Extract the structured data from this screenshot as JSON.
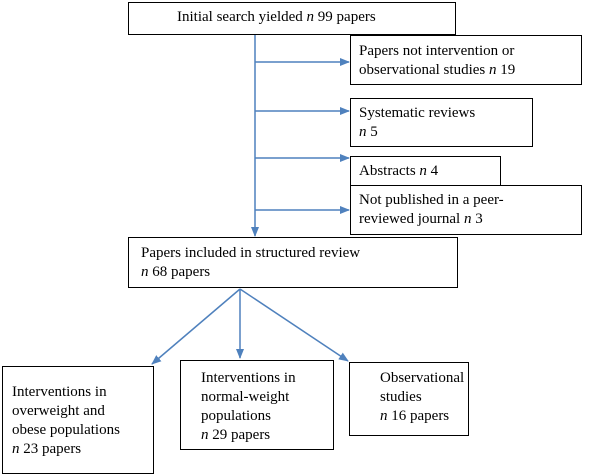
{
  "flowchart": {
    "initial": {
      "text": "Initial search yielded ",
      "n": "n",
      "value": " 99 papers"
    },
    "exclusions": [
      {
        "line1": "Papers not intervention or",
        "line2_text": "observational studies ",
        "n": "n",
        "value": " 19"
      },
      {
        "line1": "Systematic reviews",
        "n": "n",
        "value": " 5"
      },
      {
        "line1_text": "Abstracts ",
        "n": "n",
        "value": " 4"
      },
      {
        "line1": "Not published in a peer-",
        "line2_text": "reviewed journal ",
        "n": "n",
        "value": " 3"
      }
    ],
    "included": {
      "line1": "Papers included in structured review",
      "n": "n",
      "value": " 68 papers"
    },
    "outcomes": [
      {
        "lines": [
          "Interventions in",
          "overweight and",
          "obese populations"
        ],
        "n": "n",
        "value": " 23 papers"
      },
      {
        "lines": [
          "Interventions in",
          "normal-weight",
          "populations"
        ],
        "n": "n",
        "value": " 29 papers"
      },
      {
        "lines": [
          "Observational",
          "studies"
        ],
        "n": "n",
        "value": " 16 papers"
      }
    ],
    "connector_color": "#4f81bd",
    "border_color": "#000000"
  }
}
